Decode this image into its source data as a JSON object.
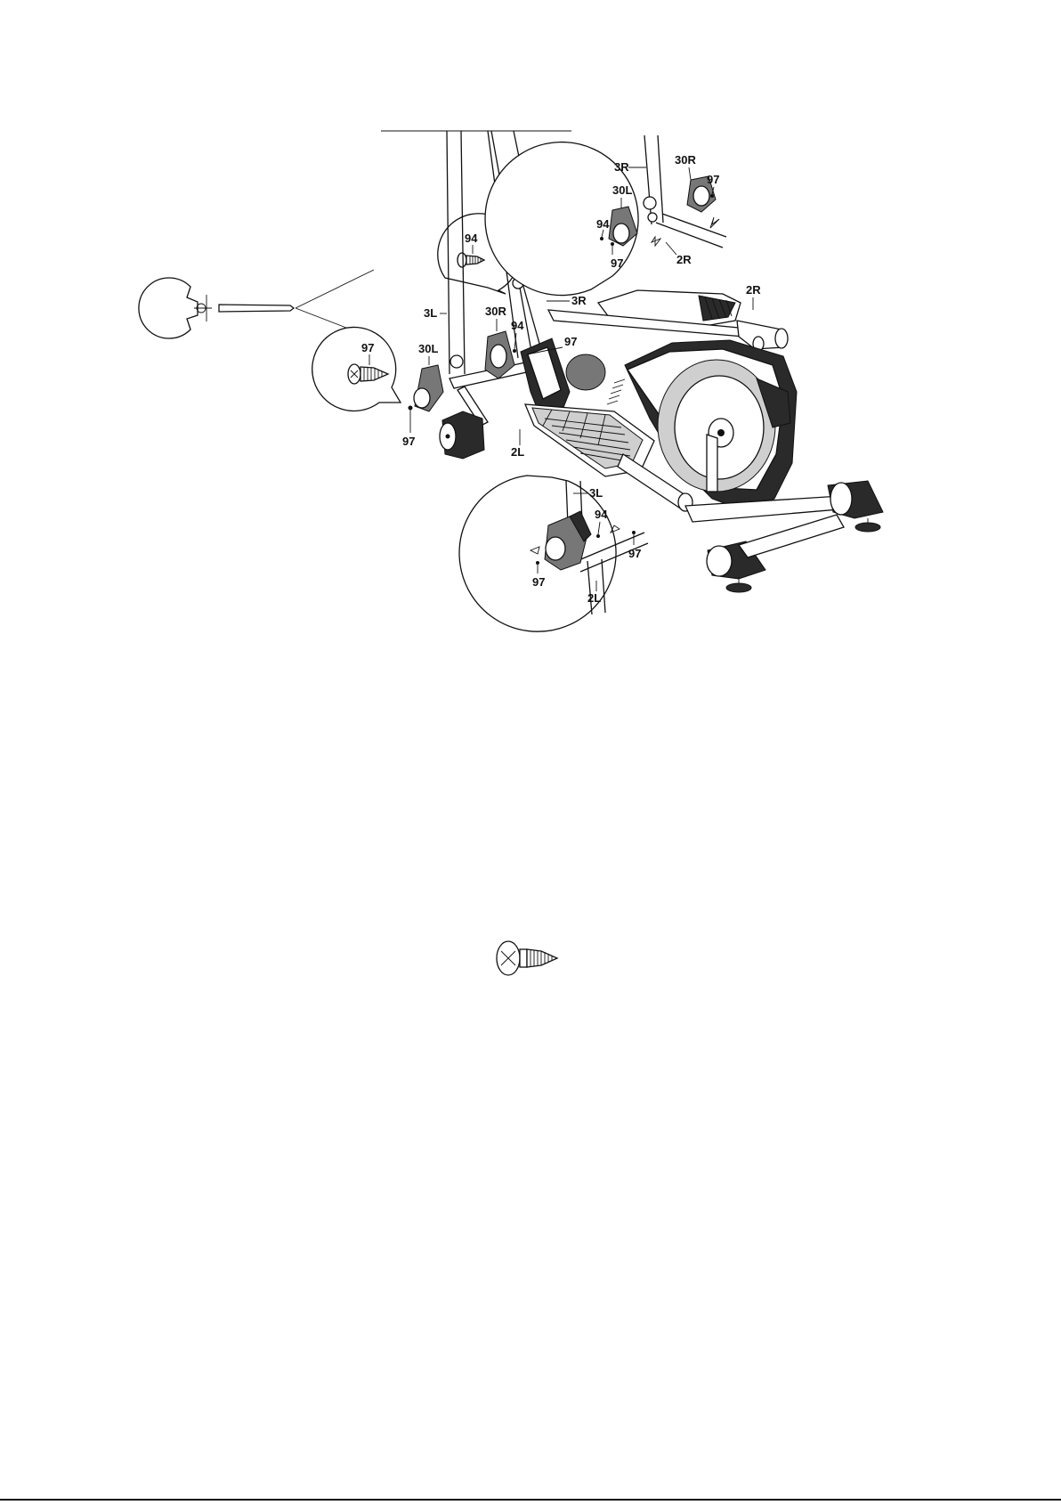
{
  "labels": {
    "screw_94": "94",
    "screw_97": "97",
    "part_3L": "3L",
    "part_3R": "3R",
    "part_2L": "2L",
    "part_2R": "2R",
    "part_30L": "30L",
    "part_30R": "30R"
  },
  "icons": [
    "wrench-icon",
    "screw-94-icon",
    "screw-97-icon",
    "pan-head-screw-icon"
  ]
}
